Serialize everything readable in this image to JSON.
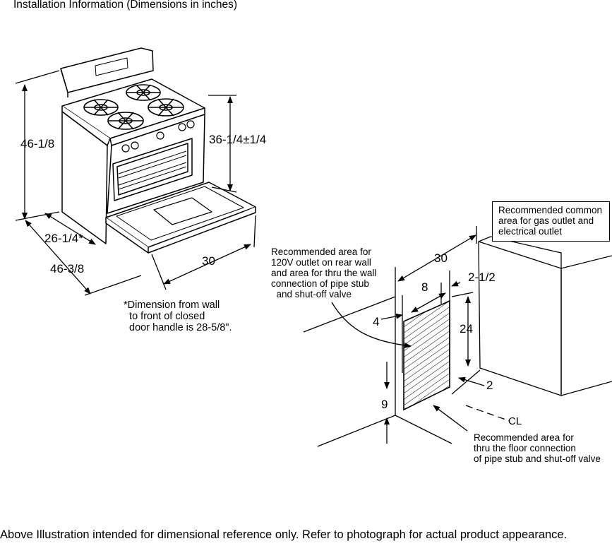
{
  "header": {
    "title": "Installation Information (Dimensions in inches)"
  },
  "range_dimensions": {
    "total_height": "46-1/8",
    "cooktop_height": "36-1/4±1/4",
    "depth_to_front": "26-1/4*",
    "depth_door_open": "46-3/8",
    "width": "30"
  },
  "footnote": "*Dimension from wall\n  to front of closed\n  door handle is 28-5/8\".",
  "outlet_diagram": {
    "common_area_note": "Recommended common\narea for gas outlet and\nelectrical outlet",
    "rear_wall_note": "Recommended area for\n120V outlet on rear wall\nand area for thru the wall\nconnection of pipe stub\n  and shut-off valve",
    "floor_note": "Recommended area for\nthru the floor connection\nof pipe stub and shut-off valve",
    "width": "30",
    "offset_top": "2-1/2",
    "area_width": "8",
    "area_left_offset": "4",
    "area_height": "24",
    "side_offset": "2",
    "floor_height": "9",
    "centerline_symbol": "CL"
  },
  "footer": {
    "disclaimer": "Above Illustration intended for dimensional reference only. Refer to photograph for actual product appearance."
  }
}
